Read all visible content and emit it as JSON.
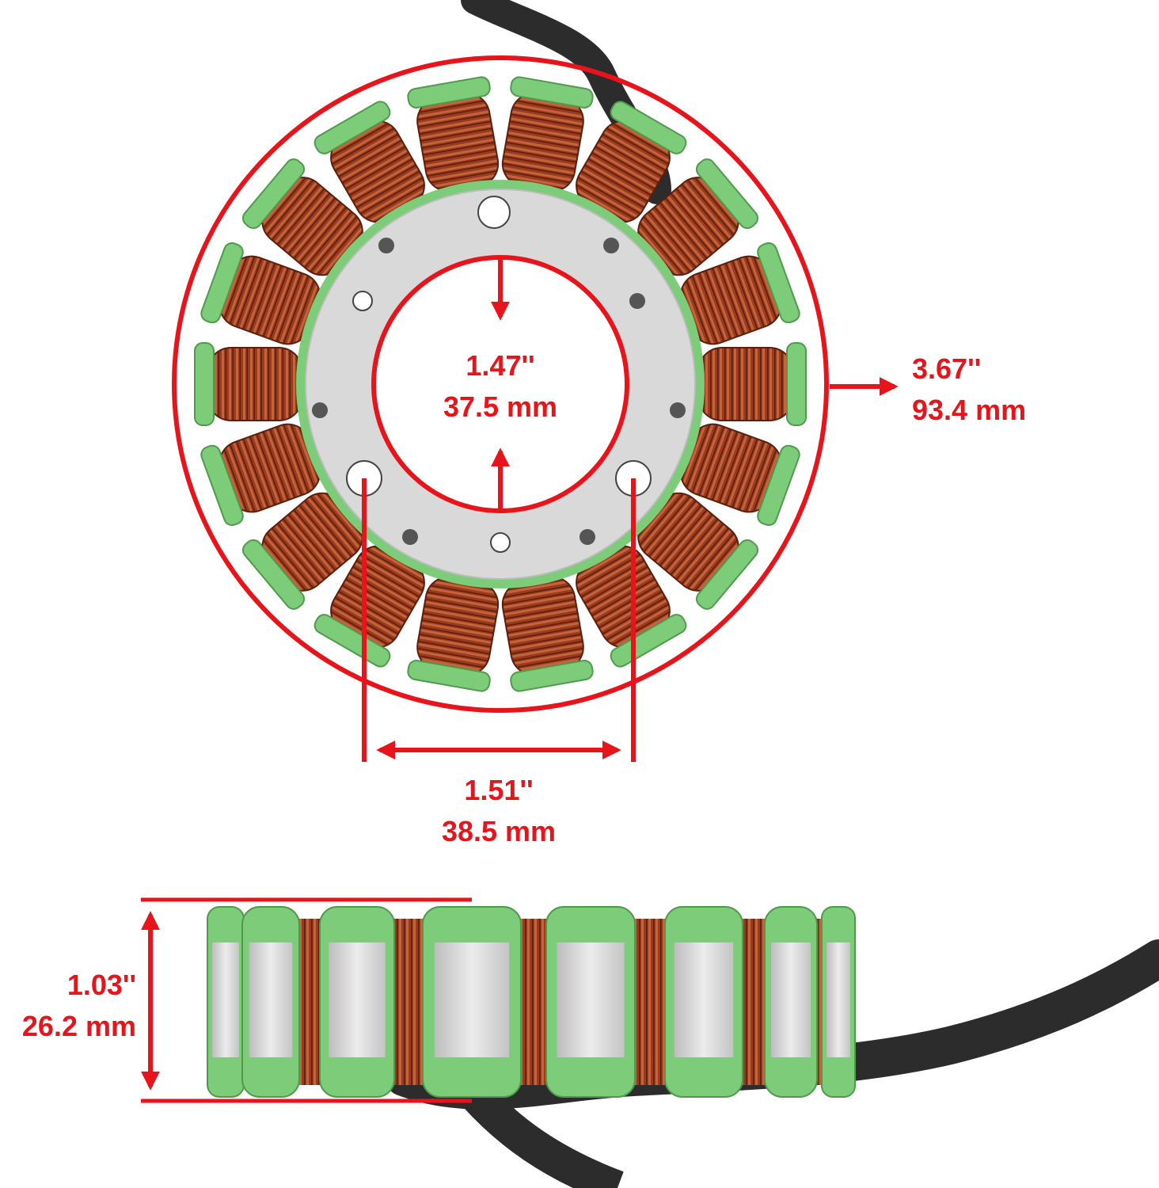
{
  "colors": {
    "annotation_red": "#e8141b",
    "coil_copper": "#9a3a1e",
    "insulator_green": "#7ccc7a",
    "core_silver": "#d9d9d9",
    "cable_black": "#2c2c2c",
    "background": "#ffffff"
  },
  "dimensions": {
    "inner_diameter": {
      "inch": "1.47''",
      "mm": "37.5 mm"
    },
    "outer_diameter": {
      "inch": "3.67''",
      "mm": "93.4 mm"
    },
    "bolt_spacing": {
      "inch": "1.51''",
      "mm": "38.5 mm"
    },
    "height": {
      "inch": "1.03''",
      "mm": "26.2 mm"
    }
  },
  "product": {
    "coil_count": 18,
    "side_view_pole_count": 8
  }
}
